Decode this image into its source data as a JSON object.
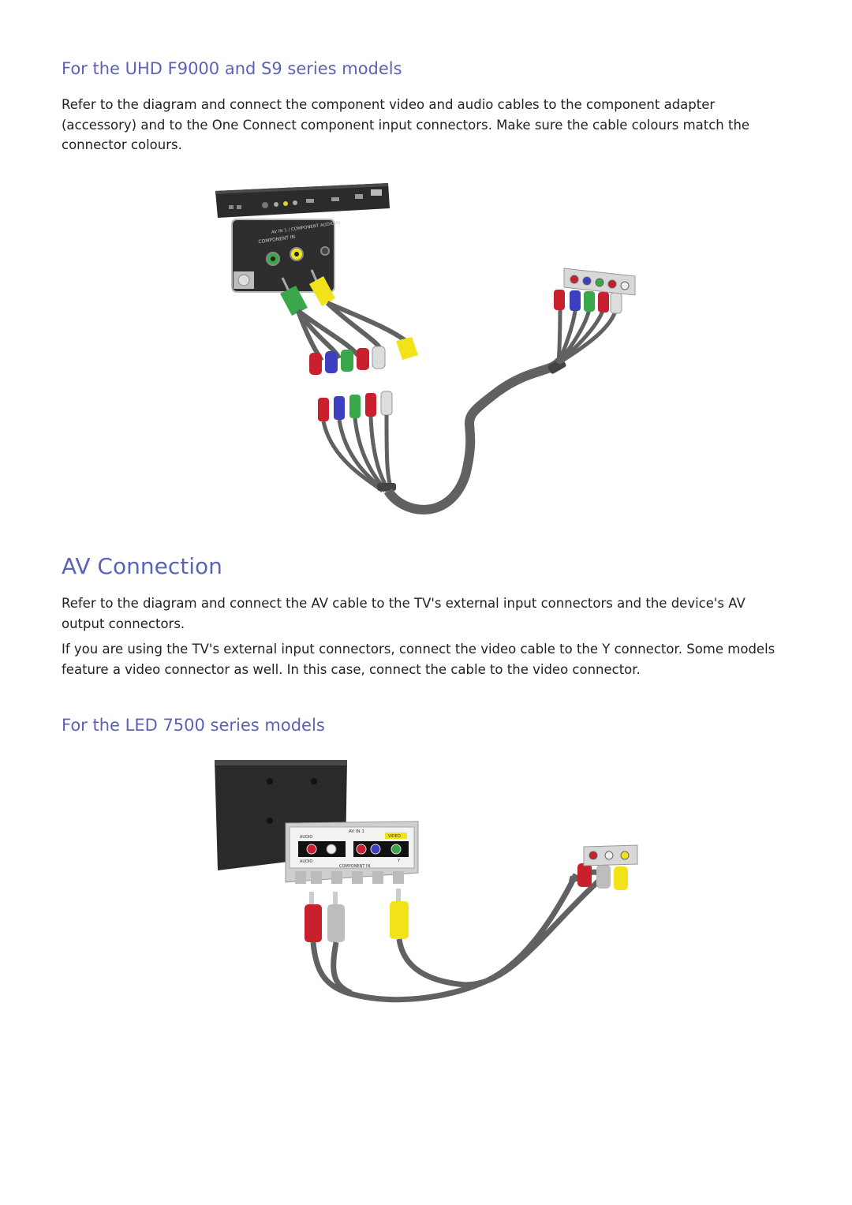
{
  "section_uhd": {
    "heading": "For the UHD F9000 and S9 series models",
    "body": "Refer to the diagram and connect the component video and audio cables to the component adapter (accessory) and to the One Connect component input connectors. Make sure the cable colours match the connector colours."
  },
  "diagram_one_connect": {
    "port_labels": [
      "COMPONENT IN",
      "AV IN 1 / COMPONENT AUDIO IN"
    ]
  },
  "section_av": {
    "heading": "AV Connection",
    "para1": "Refer to the diagram and connect the AV cable to the TV's external input connectors and the device's AV output connectors.",
    "para2": "If you are using the TV's external input connectors, connect the video cable to the Y connector. Some models feature a video connector as well. In this case, connect the cable to the video connector."
  },
  "section_led": {
    "heading": "For the LED 7500 series models"
  },
  "diagram_led": {
    "top_label": "AV IN 1",
    "audio_label": "AUDIO",
    "video_label": "VIDEO",
    "audio_label_2": "AUDIO",
    "y_label": "Y",
    "component_label": "COMPONENT IN"
  },
  "colors": {
    "heading": "#5a63b8",
    "red": "#c8202c",
    "white": "#d9d9d9",
    "yellow": "#f2e21a",
    "green": "#3aa84a",
    "blue": "#3b3fc0",
    "cable": "#5f6163"
  }
}
